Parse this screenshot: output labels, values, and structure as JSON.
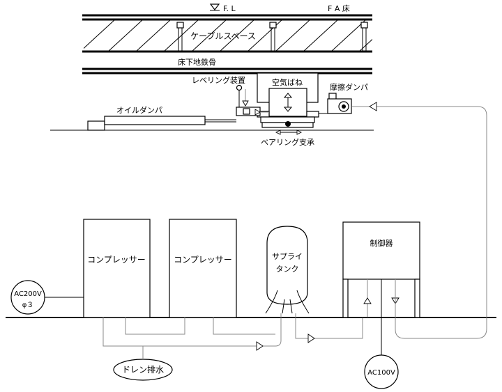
{
  "labels": {
    "fl": "F. L",
    "fa_floor": "F A 床",
    "cable_space": "ケーブルスペース",
    "underfloor_steel": "床下地鉄骨",
    "leveling": "レベリング装置",
    "air_spring": "空気ばね",
    "friction_damper": "摩擦ダンパ",
    "oil_damper": "オイルダンパ",
    "bearing": "ベアリング支承",
    "compressor_1": "コンプレッサー",
    "compressor_2": "コンプレッサー",
    "supply_tank_1": "サプライ",
    "supply_tank_2": "タンク",
    "controller": "制御器",
    "ac200_1": "AC200V",
    "ac200_2": "φ３",
    "drain": "ドレン排水",
    "ac100": "AC100V"
  }
}
